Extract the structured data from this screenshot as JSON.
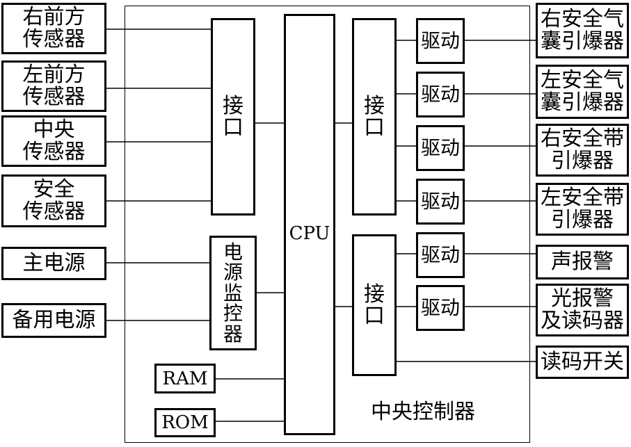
{
  "left_inputs": [
    {
      "label": "右前方\n传感器"
    },
    {
      "label": "左前方\n传感器"
    },
    {
      "label": "中央\n传感器"
    },
    {
      "label": "安全\n传感器"
    },
    {
      "label": "主电源"
    },
    {
      "label": "备用电源"
    }
  ],
  "left_interface": {
    "label": "接\n口"
  },
  "power_monitor": {
    "label": "电\n源\n监\n控\n器"
  },
  "ram": {
    "label": "RAM"
  },
  "rom": {
    "label": "ROM"
  },
  "cpu": {
    "label": "CPU"
  },
  "right_interface_top": {
    "label": "接\n口"
  },
  "right_interface_bottom": {
    "label": "接\n口"
  },
  "drivers": [
    {
      "label": "驱动"
    },
    {
      "label": "驱动"
    },
    {
      "label": "驱动"
    },
    {
      "label": "驱动"
    },
    {
      "label": "驱动"
    },
    {
      "label": "驱动"
    }
  ],
  "right_outputs": [
    {
      "label": "右安全气\n囊引爆器"
    },
    {
      "label": "左安全气\n囊引爆器"
    },
    {
      "label": "右安全带\n引爆器"
    },
    {
      "label": "左安全带\n引爆器"
    },
    {
      "label": "声报警"
    },
    {
      "label": "光报警\n及读码器"
    },
    {
      "label": "读码开关"
    }
  ],
  "controller_title": "中央控制器"
}
